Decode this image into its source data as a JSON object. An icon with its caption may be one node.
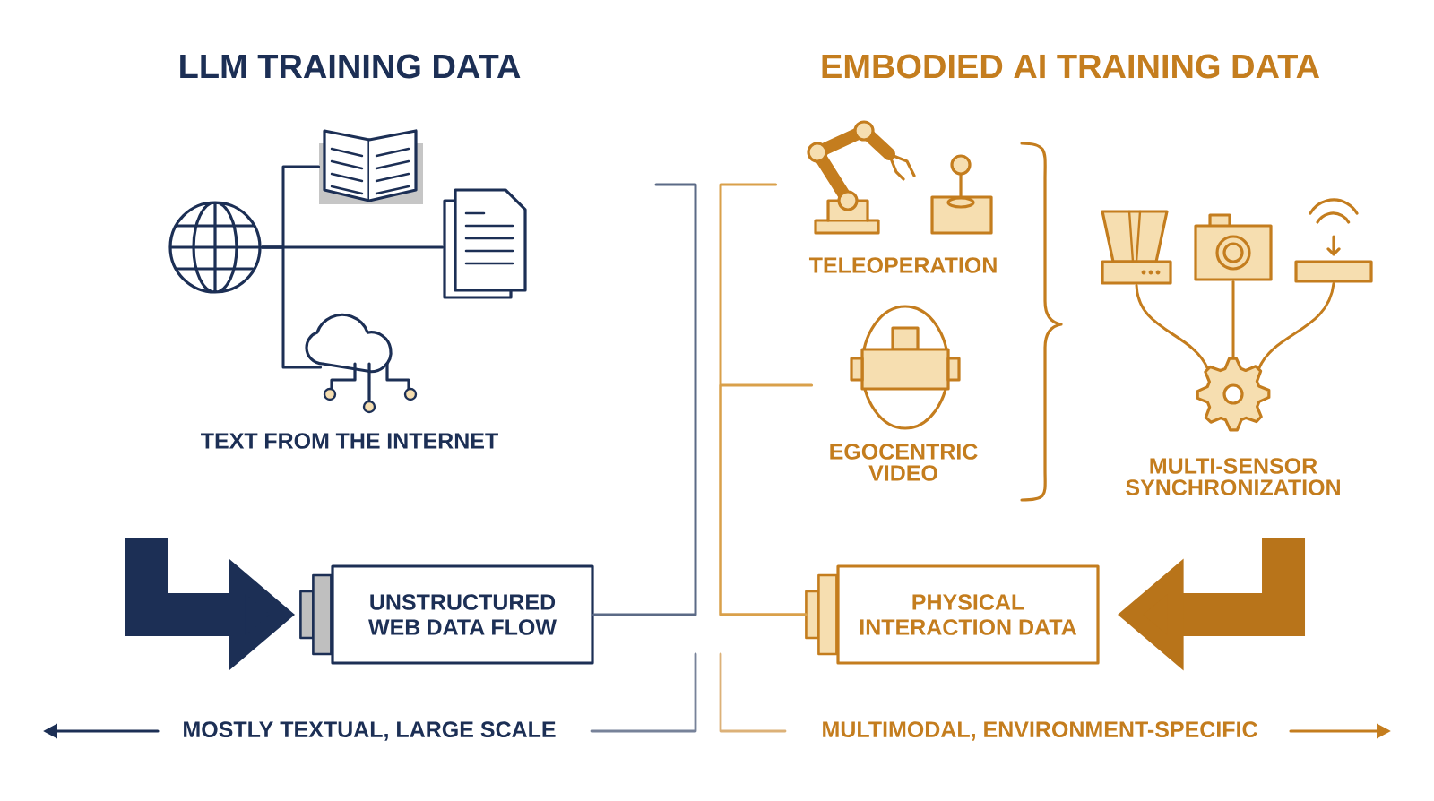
{
  "diagram": {
    "nodes": [
      {
        "text": [
          "TEXT FROM THE INTERNET"
        ]
      },
      {
        "text": [
          "UNSTRUCTURED WEB DATA FLOW"
        ]
      },
      {
        "text": [
          "TELEOPERATION"
        ]
      },
      {
        "text": [
          "EGOCENTRIC VIDEO"
        ]
      },
      {
        "text": [
          "MULTI-SENSOR SYNCHRONIZATION"
        ]
      },
      {
        "text": [
          "PHYSICAL INTERACTION DATA"
        ]
      },
      {
        "text": [],
        "shape": "picture"
      },
      {
        "text": [],
        "shape": "picture"
      },
      {
        "text": [],
        "shape": "picture"
      },
      {
        "text": [],
        "shape": "picture"
      },
      {
        "text": [],
        "shape": "picture"
      },
      {
        "text": [],
        "shape": "picture"
      },
      {
        "text": [],
        "shape": "picture"
      },
      {
        "text": [],
        "shape": "picture"
      }
    ],
    "edges": [
      {
        "from": null,
        "to": 1,
        "arrow": "none",
        "color": "#5b6a86"
      },
      {
        "from": 2,
        "to": 5,
        "arrow": "none",
        "color": "#d9a04a"
      },
      {
        "from": 3,
        "to": 5,
        "arrow": "none",
        "color": "#d9a04a"
      },
      {
        "from": null,
        "to": 1,
        "arrow": "to",
        "style": "thick",
        "color": "#1c2f55"
      },
      {
        "from": null,
        "to": 5,
        "arrow": "to",
        "style": "thick",
        "color": "#b8741a"
      },
      {
        "from": 6,
        "to": 7,
        "arrow": "none",
        "color": "#1c2f55"
      },
      {
        "from": 6,
        "to": 8,
        "arrow": "none",
        "color": "#1c2f55"
      },
      {
        "from": 6,
        "to": 9,
        "arrow": "none",
        "color": "#1c2f55"
      },
      {
        "from": 10,
        "to": 13,
        "arrow": "none",
        "color": "#c47d1e"
      },
      {
        "from": 11,
        "to": 13,
        "arrow": "none",
        "color": "#c47d1e"
      },
      {
        "from": 12,
        "to": 13,
        "arrow": "none",
        "color": "#c47d1e"
      }
    ],
    "labels": [
      "LLM TRAINING DATA",
      "EMBODIED AI TRAINING DATA",
      "MOSTLY TEXTUAL, LARGE SCALE",
      "MULTIMODAL, ENVIRONMENT-SPECIFIC"
    ]
  }
}
